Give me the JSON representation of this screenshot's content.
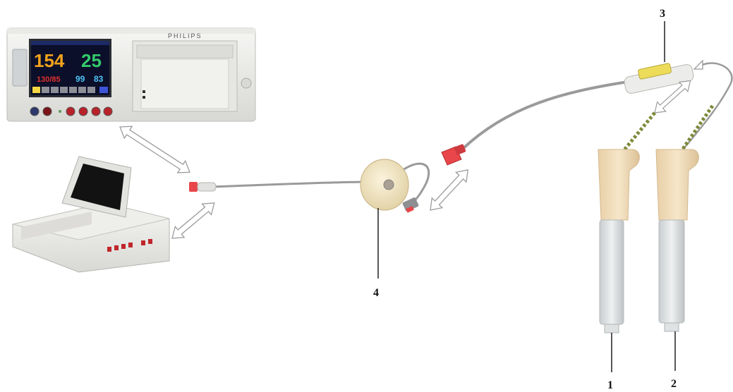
{
  "monitor": {
    "brand": "PHILIPS",
    "heart_rate": "154",
    "toco": "25",
    "blood_pressure": "130/85",
    "spo2": "99",
    "pulse": "83",
    "colors": {
      "hr": "#f2a21b",
      "toco": "#34c96b",
      "bp": "#e0312b",
      "spo2": "#4fc3f7"
    }
  },
  "labels": {
    "one": "1",
    "two": "2",
    "three": "3",
    "four": "4"
  },
  "colors": {
    "connector": "#e8464a",
    "cable": "#9a9a9a",
    "arrow_stroke": "#9b9b9b",
    "electrode_tan": "#efd9b5"
  }
}
